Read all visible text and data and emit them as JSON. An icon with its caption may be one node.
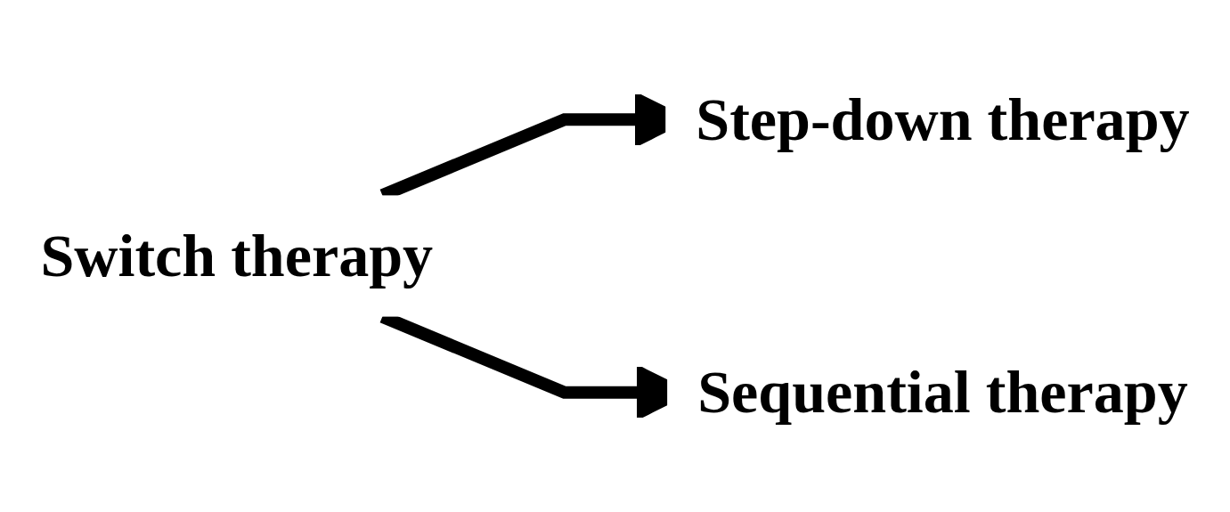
{
  "diagram": {
    "nodes": [
      {
        "text": [
          "Switch therapy"
        ]
      },
      {
        "text": [
          "Step-down therapy"
        ]
      },
      {
        "text": [
          "Sequential therapy"
        ]
      }
    ],
    "edges": [
      {
        "from": 0,
        "to": 1,
        "arrow": "to"
      },
      {
        "from": 0,
        "to": 2,
        "arrow": "to"
      }
    ]
  }
}
